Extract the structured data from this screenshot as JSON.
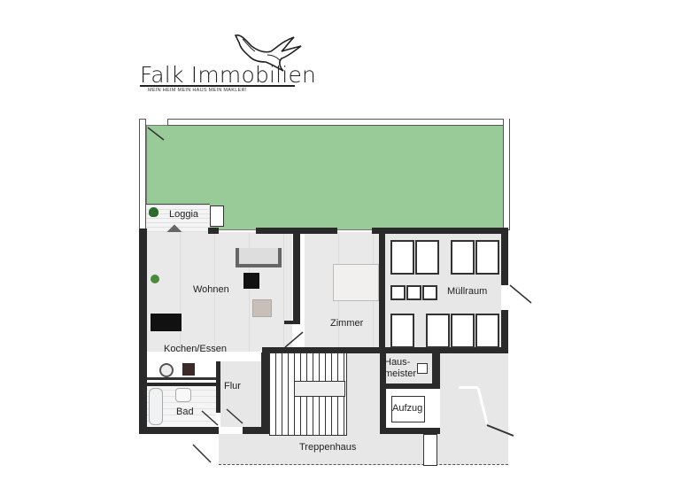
{
  "logo": {
    "title": "Falk Immobilien",
    "tagline": "MEIN HEIM MEIN HAUS MEIN MAKLER!",
    "icon": "eagle-icon"
  },
  "rooms": {
    "loggia": "Loggia",
    "wohnen": "Wohnen",
    "zimmer": "Zimmer",
    "muellraum": "Müllraum",
    "kochen_essen": "Kochen/Essen",
    "flur": "Flur",
    "bad": "Bad",
    "hausmeister_1": "Haus-",
    "hausmeister_2": "meister",
    "aufzug": "Aufzug",
    "treppenhaus": "Treppenhaus"
  },
  "colors": {
    "garden": "#99cb98",
    "wall": "#2a2a2a",
    "floor": "#e7e7e7"
  }
}
